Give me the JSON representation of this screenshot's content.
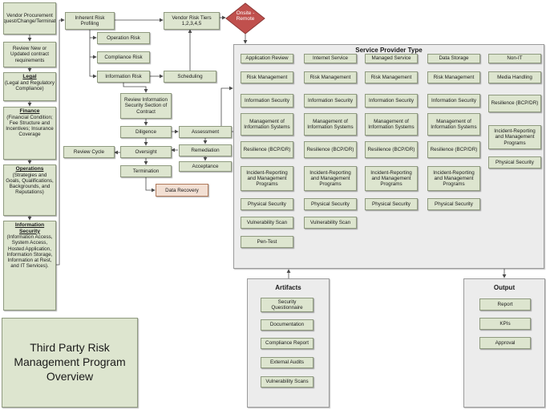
{
  "title": "Third Party Risk Management Program Overview",
  "left_column": {
    "trigger": "Vendor Procurement Request/Change/Termination",
    "review": "Review New or Updated contract requirements",
    "legal": {
      "heading": "Legal",
      "body": "(Legal and Regulatory Compliance)"
    },
    "finance": {
      "heading": "Finance",
      "body": "(Financial Condition; Fee Structure and Incentives; Insurance Coverage"
    },
    "operations": {
      "heading": "Operations",
      "body": "(Strategies and Goals, Qualifications, Backgrounds, and Reputations)"
    },
    "infosec": {
      "heading": "Information Security",
      "body": "(Information Access, System Access, Hosted Application, Information Storage, Information at Rest, and IT Services)."
    }
  },
  "profiling": {
    "inherent": "Inherent Risk Profiling",
    "tiers": "Vendor Risk Tiers 1,2,3,4,5",
    "onsite": "Onsite - Remote",
    "operation_risk": "Operation Risk",
    "compliance_risk": "Compliance Risk",
    "information_risk": "Information Risk",
    "scheduling": "Scheduling"
  },
  "lifecycle": {
    "review_contract": "Review Information Security Section of Contract",
    "diligence": "Diligence",
    "oversight": "Oversight",
    "termination": "Termination",
    "review_cycle": "Review Cycle",
    "assessment": "Assessment",
    "remediation": "Remediation",
    "acceptance": "Acceptance",
    "data_recovery": "Data Recovery"
  },
  "service_provider": {
    "title": "Service Provider Type",
    "columns": [
      {
        "items": [
          "Application Review",
          "Risk Management",
          "Information Security",
          "Management of Information Systems",
          "Resilience (BCP/DR)",
          "Incident-Reporting and Management Programs",
          "Physical Security",
          "Vulnerability Scan",
          "Pen-Test"
        ]
      },
      {
        "items": [
          "Internet Service",
          "Risk Management",
          "Information Security",
          "Management of Information Systems",
          "Resilience (BCP/DR)",
          "Incident-Reporting and Management Programs",
          "Physical Security",
          "Vulnerability Scan"
        ]
      },
      {
        "items": [
          "Managed Service",
          "Risk Management",
          "Information Security",
          "Management of Information Systems",
          "Resilience (BCP/DR)",
          "Incident-Reporting and Management Programs",
          "Physical Security"
        ]
      },
      {
        "items": [
          "Data Storage",
          "Risk Management",
          "Information Security",
          "Management of Information Systems",
          "Resilience (BCP/DR)",
          "Incident-Reporting and Management Programs",
          "Physical Security"
        ]
      },
      {
        "items": [
          "Non-IT",
          "Media Handling",
          "Resilience (BCP/DR)",
          "Incident-Reporting and Management Programs",
          "Physical Security"
        ]
      }
    ]
  },
  "artifacts": {
    "title": "Artifacts",
    "items": [
      "Security Questionnaire",
      "Documentation",
      "Compliance Report",
      "External Audits",
      "Vulnerability Scans"
    ]
  },
  "output": {
    "title": "Output",
    "items": [
      "Report",
      "KPIs",
      "Approval"
    ]
  },
  "colors": {
    "box_fill": "#dde5cf",
    "container_fill": "#ececec",
    "diamond": "#c0504d",
    "accent_orange": "#f2dfd3"
  }
}
